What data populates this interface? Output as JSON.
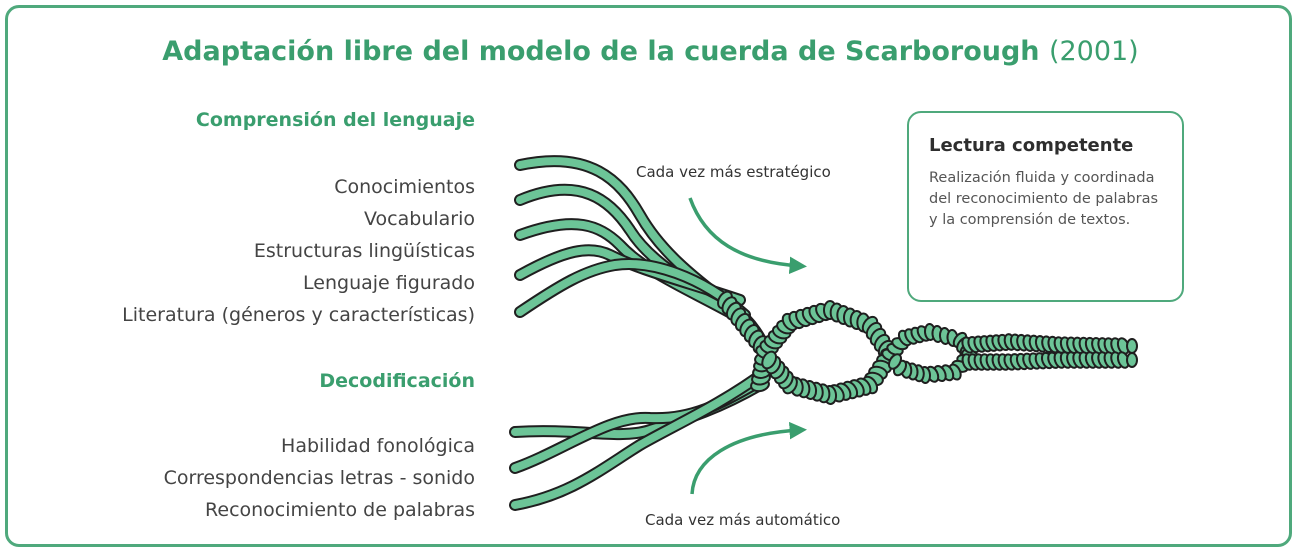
{
  "title": {
    "main": "Adaptación libre del modelo de la cuerda de Scarborough",
    "year": "(2001)"
  },
  "comprension": {
    "heading": "Comprensión del lenguaje",
    "items": [
      "Conocimientos",
      "Vocabulario",
      "Estructuras lingüísticas",
      "Lenguaje figurado",
      "Literatura (géneros y características)"
    ]
  },
  "decodificacion": {
    "heading": "Decodificación",
    "items": [
      "Habilidad fonológica",
      "Correspondencias letras - sonido",
      "Reconocimiento de palabras"
    ]
  },
  "arrows": {
    "top": "Cada vez más estratégico",
    "bottom": "Cada vez más automático"
  },
  "lectura": {
    "title": "Lectura competente",
    "text": "Realización fluida y coordinada del reconocimiento de palabras y la comprensión de textos."
  },
  "colors": {
    "accent": "#3a9e6e",
    "rope_fill": "#6cc497",
    "rope_stroke": "#1f1f1f"
  }
}
